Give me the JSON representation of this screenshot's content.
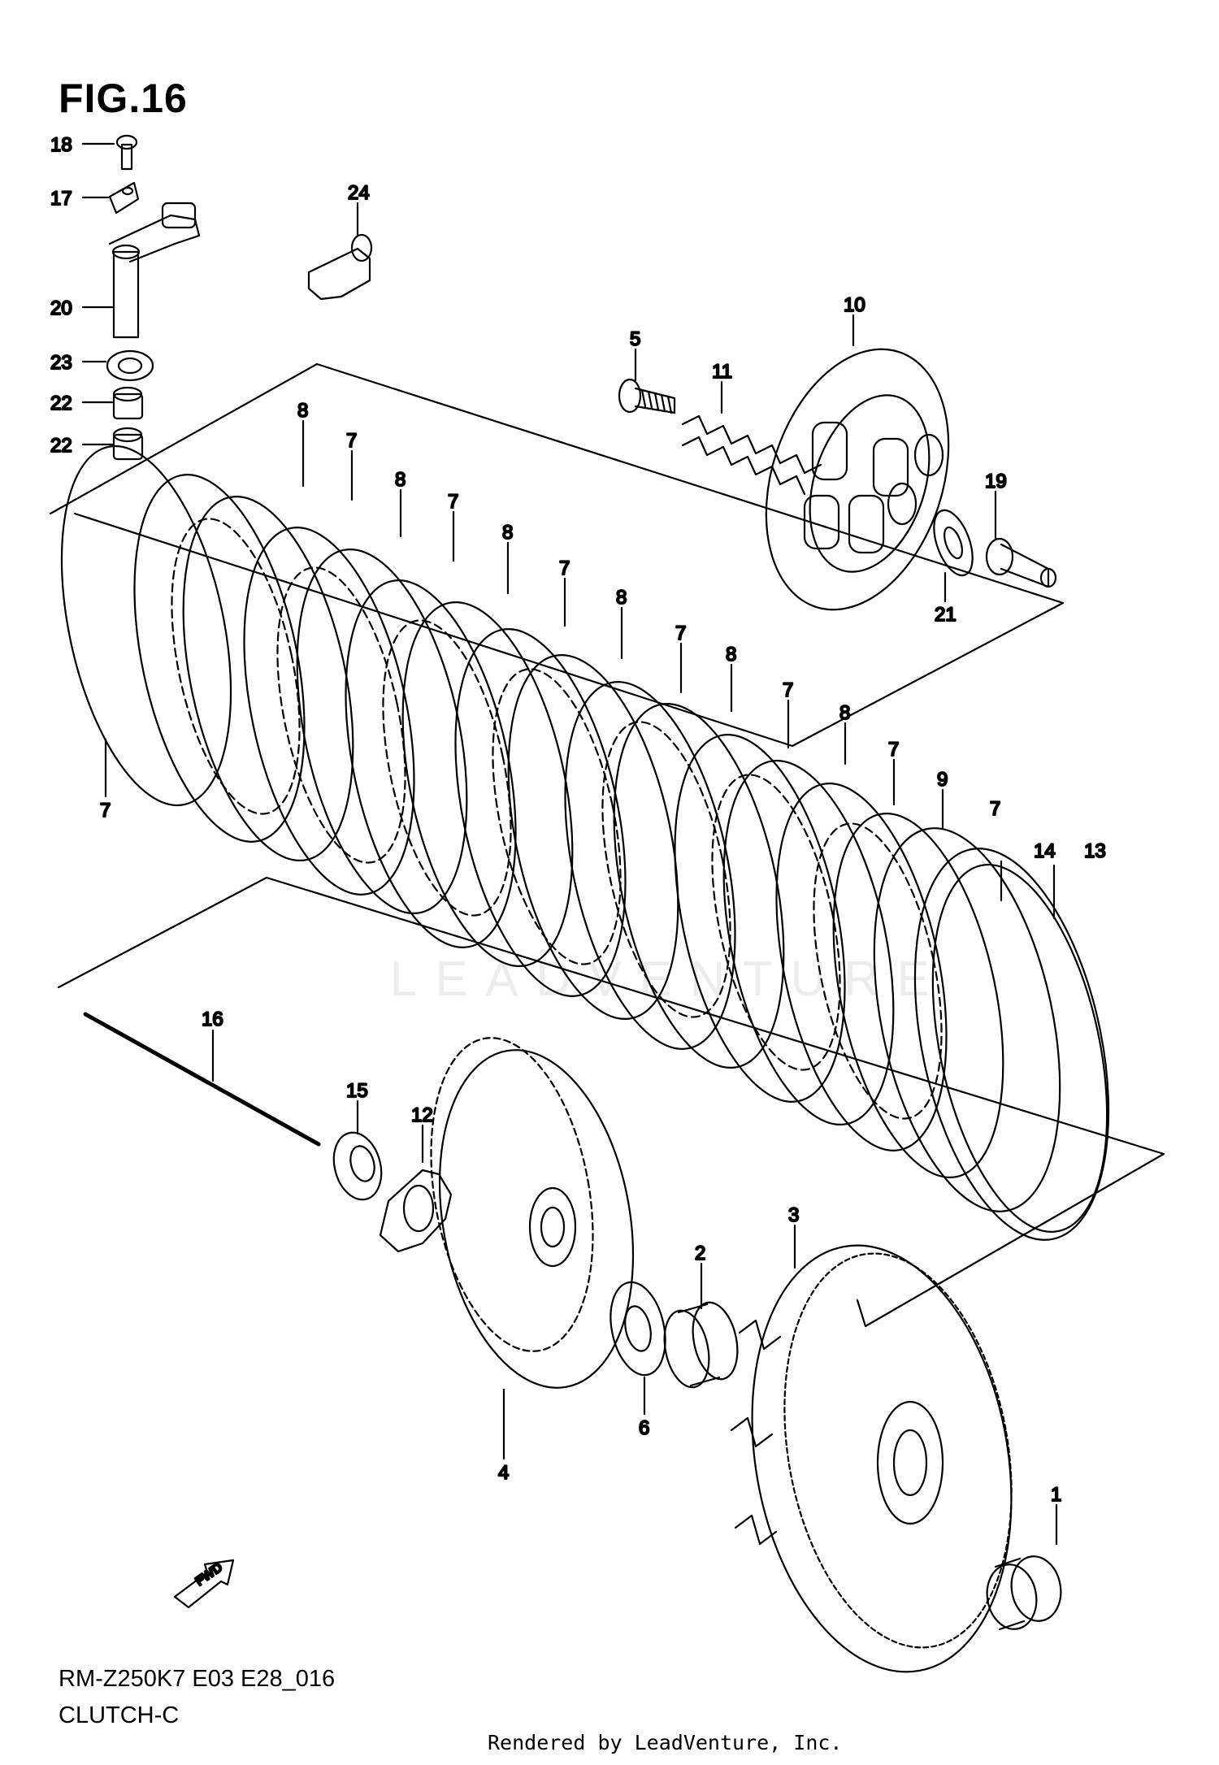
{
  "figure_title": "FIG.16",
  "model_code": "RM-Z250K7 E03 E28_016",
  "section_name": "CLUTCH-C",
  "footer_text": "Rendered by LeadVenture, Inc.",
  "watermark_text": "LEADVENTURE",
  "fwd_label": "FWD",
  "callouts": [
    "18",
    "17",
    "24",
    "20",
    "23",
    "22",
    "22",
    "10",
    "5",
    "11",
    "19",
    "21",
    "8",
    "7",
    "8",
    "7",
    "8",
    "7",
    "8",
    "7",
    "8",
    "7",
    "8",
    "7",
    "9",
    "7",
    "14",
    "13",
    "7",
    "16",
    "15",
    "12",
    "3",
    "2",
    "6",
    "4",
    "1"
  ]
}
